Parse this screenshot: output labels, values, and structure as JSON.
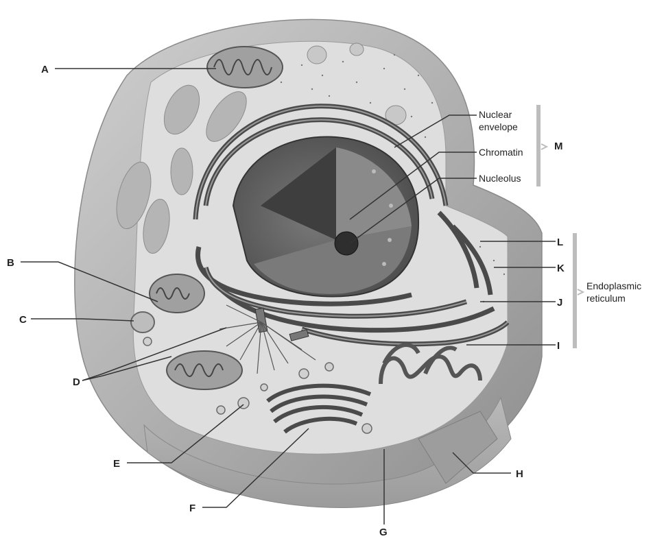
{
  "letter_labels": [
    "A",
    "B",
    "C",
    "D",
    "E",
    "F",
    "G",
    "H",
    "I",
    "J",
    "K",
    "L",
    "M"
  ],
  "terms": {
    "nuclear_envelope": [
      "Nuclear",
      "envelope"
    ],
    "chromatin": "Chromatin",
    "nucleolus": "Nucleolus",
    "endoplasmic_reticulum": [
      "Endoplasmic",
      "reticulum"
    ]
  },
  "colors": {
    "cell_outer": "#b4b4b4",
    "cytoplasm": "#dcdcdc",
    "nucleus": "#6e6e6e",
    "er": "#5a5a5a",
    "organelle": "#9a9a9a",
    "leader_line": "#333333",
    "bracket": "#bdbdbd"
  }
}
